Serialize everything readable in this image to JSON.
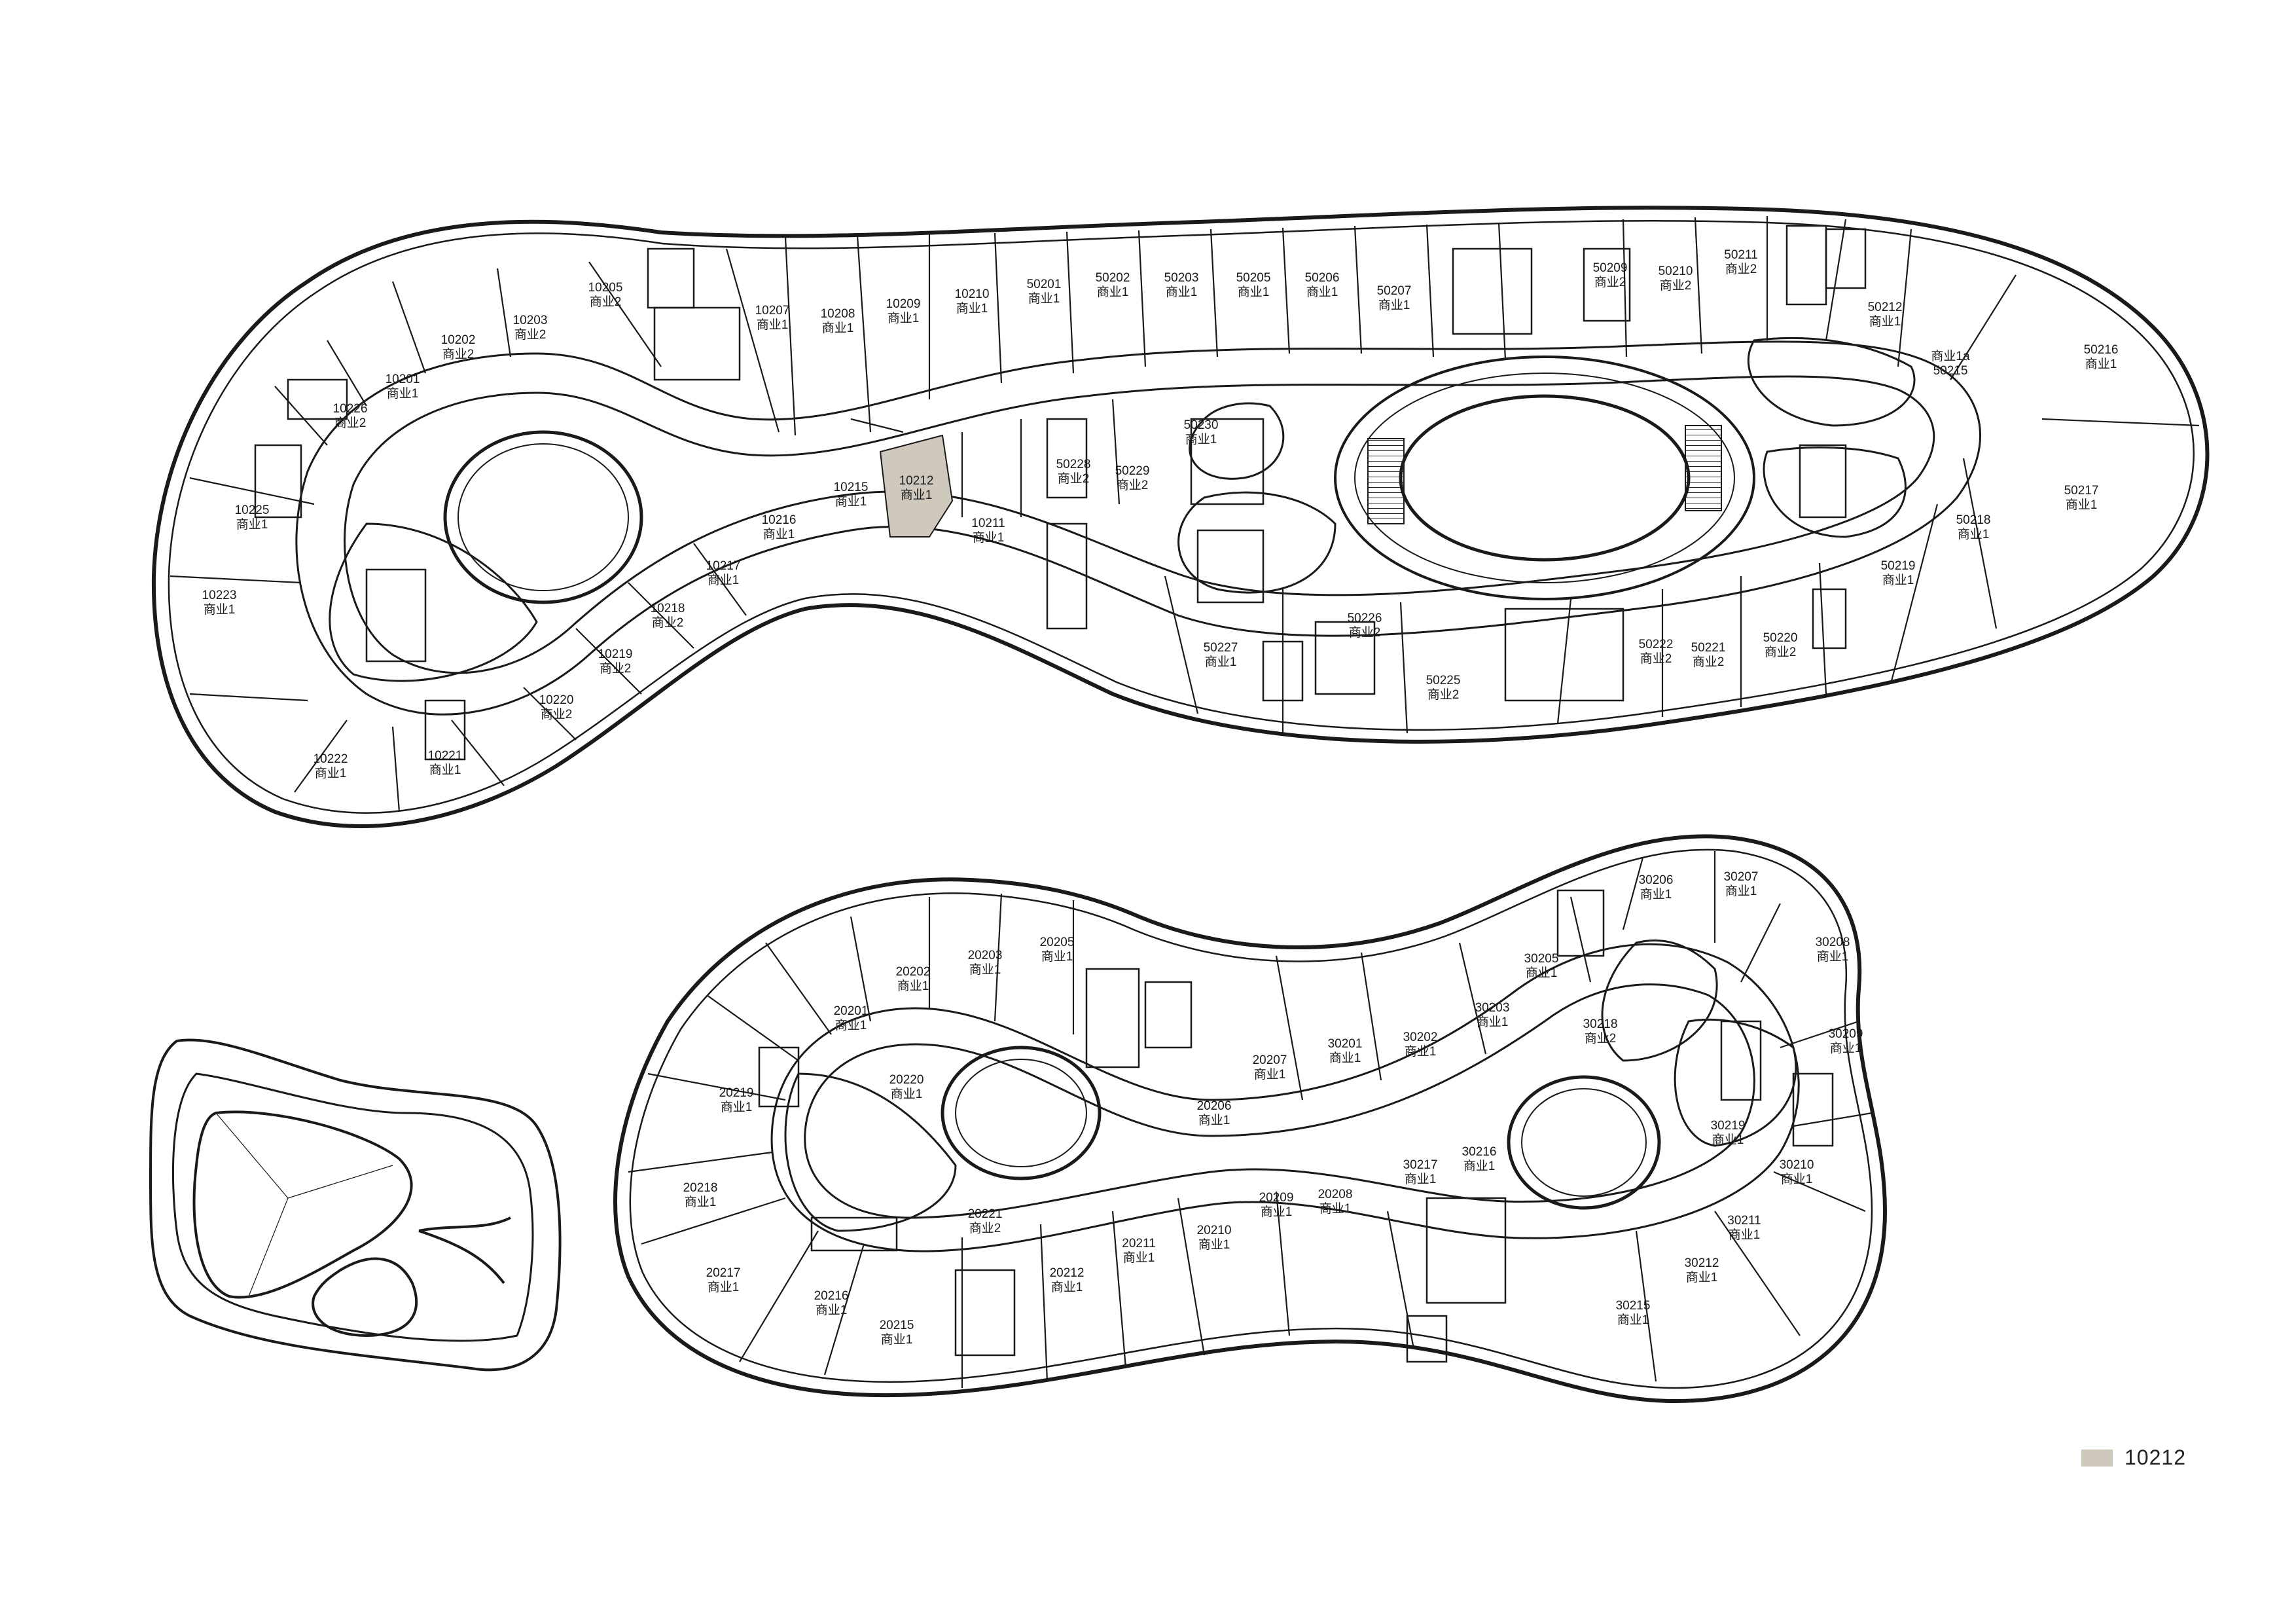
{
  "highlight_color": "#cfc9bd",
  "line_color": "#1a1a1a",
  "legend": {
    "label": "10212"
  },
  "buildings": [
    {
      "id": "building-north",
      "units": [
        {
          "code": "10201",
          "use": "商业1"
        },
        {
          "code": "10202",
          "use": "商业2"
        },
        {
          "code": "10203",
          "use": "商业2"
        },
        {
          "code": "10205",
          "use": "商业2"
        },
        {
          "code": "10207",
          "use": "商业1"
        },
        {
          "code": "10208",
          "use": "商业1"
        },
        {
          "code": "10209",
          "use": "商业1"
        },
        {
          "code": "10210",
          "use": "商业1"
        },
        {
          "code": "10211",
          "use": "商业1"
        },
        {
          "code": "10212",
          "use": "商业1",
          "highlighted": true
        },
        {
          "code": "10215",
          "use": "商业1"
        },
        {
          "code": "10216",
          "use": "商业1"
        },
        {
          "code": "10217",
          "use": "商业1"
        },
        {
          "code": "10218",
          "use": "商业2"
        },
        {
          "code": "10219",
          "use": "商业2"
        },
        {
          "code": "10220",
          "use": "商业2"
        },
        {
          "code": "10221",
          "use": "商业1"
        },
        {
          "code": "10222",
          "use": "商业1"
        },
        {
          "code": "10223",
          "use": "商业1"
        },
        {
          "code": "10225",
          "use": "商业1"
        },
        {
          "code": "10226",
          "use": "商业2"
        },
        {
          "code": "50201",
          "use": "商业1"
        },
        {
          "code": "50202",
          "use": "商业1"
        },
        {
          "code": "50203",
          "use": "商业1"
        },
        {
          "code": "50205",
          "use": "商业1"
        },
        {
          "code": "50206",
          "use": "商业1"
        },
        {
          "code": "50207",
          "use": "商业1"
        },
        {
          "code": "50209",
          "use": "商业2"
        },
        {
          "code": "50210",
          "use": "商业2"
        },
        {
          "code": "50211",
          "use": "商业2"
        },
        {
          "code": "50212",
          "use": "商业1"
        },
        {
          "code": "商业1a",
          "use": "50215"
        },
        {
          "code": "50216",
          "use": "商业1"
        },
        {
          "code": "50217",
          "use": "商业1"
        },
        {
          "code": "50218",
          "use": "商业1"
        },
        {
          "code": "50219",
          "use": "商业1"
        },
        {
          "code": "50220",
          "use": "商业2"
        },
        {
          "code": "50221",
          "use": "商业2"
        },
        {
          "code": "50222",
          "use": "商业2"
        },
        {
          "code": "50225",
          "use": "商业2"
        },
        {
          "code": "50226",
          "use": "商业2"
        },
        {
          "code": "50227",
          "use": "商业1"
        },
        {
          "code": "50228",
          "use": "商业2"
        },
        {
          "code": "50229",
          "use": "商业2"
        },
        {
          "code": "50230",
          "use": "商业1"
        }
      ]
    },
    {
      "id": "building-south",
      "units": [
        {
          "code": "20201",
          "use": "商业1"
        },
        {
          "code": "20202",
          "use": "商业1"
        },
        {
          "code": "20203",
          "use": "商业1"
        },
        {
          "code": "20205",
          "use": "商业1"
        },
        {
          "code": "20206",
          "use": "商业1"
        },
        {
          "code": "20207",
          "use": "商业1"
        },
        {
          "code": "20208",
          "use": "商业1"
        },
        {
          "code": "20209",
          "use": "商业1"
        },
        {
          "code": "20210",
          "use": "商业1"
        },
        {
          "code": "20211",
          "use": "商业1"
        },
        {
          "code": "20212",
          "use": "商业1"
        },
        {
          "code": "20215",
          "use": "商业1"
        },
        {
          "code": "20216",
          "use": "商业1"
        },
        {
          "code": "20217",
          "use": "商业1"
        },
        {
          "code": "20218",
          "use": "商业1"
        },
        {
          "code": "20219",
          "use": "商业1"
        },
        {
          "code": "20220",
          "use": "商业1"
        },
        {
          "code": "20221",
          "use": "商业2"
        },
        {
          "code": "30201",
          "use": "商业1"
        },
        {
          "code": "30202",
          "use": "商业1"
        },
        {
          "code": "30203",
          "use": "商业1"
        },
        {
          "code": "30205",
          "use": "商业1"
        },
        {
          "code": "30206",
          "use": "商业1"
        },
        {
          "code": "30207",
          "use": "商业1"
        },
        {
          "code": "30208",
          "use": "商业1"
        },
        {
          "code": "30209",
          "use": "商业1"
        },
        {
          "code": "30210",
          "use": "商业1"
        },
        {
          "code": "30211",
          "use": "商业1"
        },
        {
          "code": "30212",
          "use": "商业1"
        },
        {
          "code": "30215",
          "use": "商业1"
        },
        {
          "code": "30216",
          "use": "商业1"
        },
        {
          "code": "30217",
          "use": "商业1"
        },
        {
          "code": "30218",
          "use": "商业2"
        },
        {
          "code": "30219",
          "use": "商业1"
        }
      ]
    }
  ]
}
